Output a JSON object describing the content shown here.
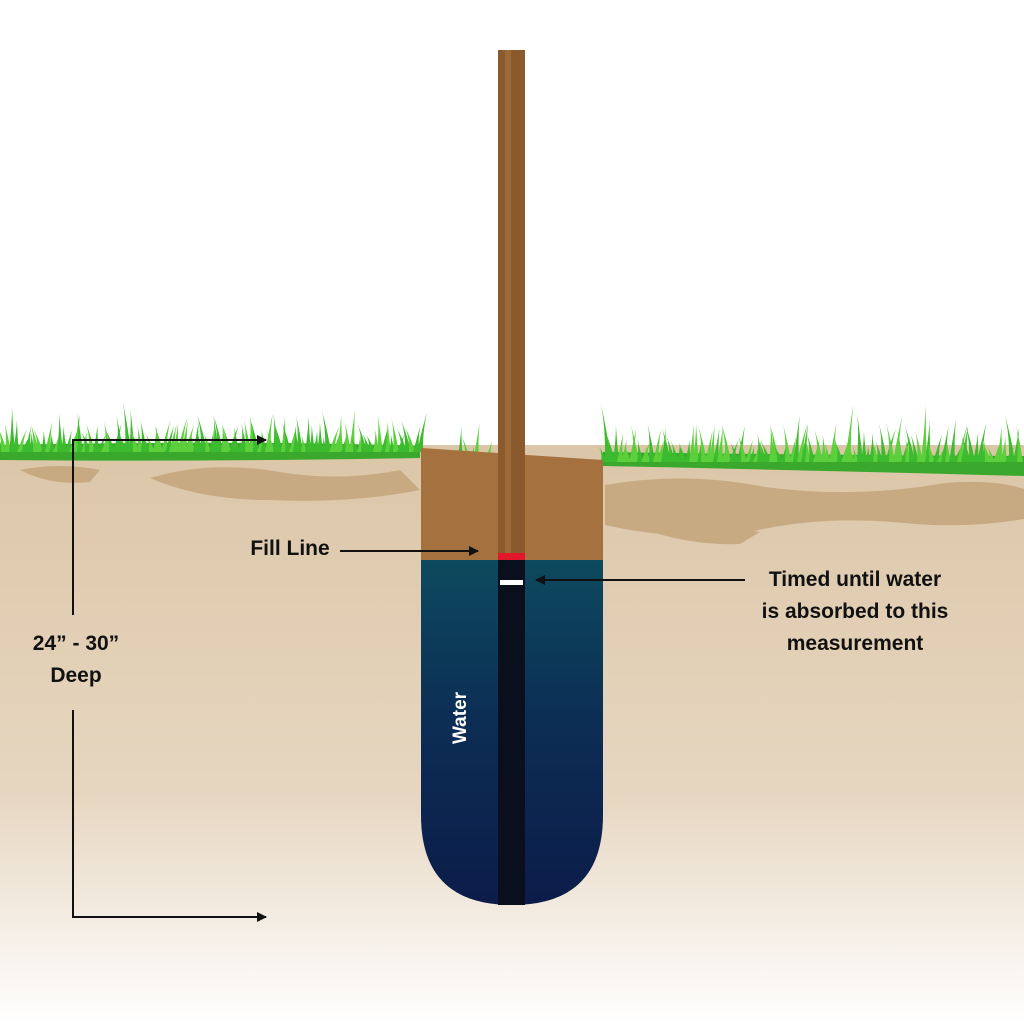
{
  "labels": {
    "fill_line": "Fill Line",
    "timed_line1": "Timed until water",
    "timed_line2": "is absorbed to this",
    "timed_line3": "measurement",
    "depth_line1": "24” - 30”",
    "depth_line2": "Deep",
    "water": "Water"
  },
  "colors": {
    "soil": "#dcc6a8",
    "soil_dark": "#c3a57a",
    "grass": "#3dbb2e",
    "fill": "#a5723f",
    "stake": "#8a5a2c",
    "water_top": "#0d4a5e",
    "water_bottom": "#0c1c4a",
    "fill_mark": "#e0182a",
    "measure_mark": "#ffffff"
  }
}
